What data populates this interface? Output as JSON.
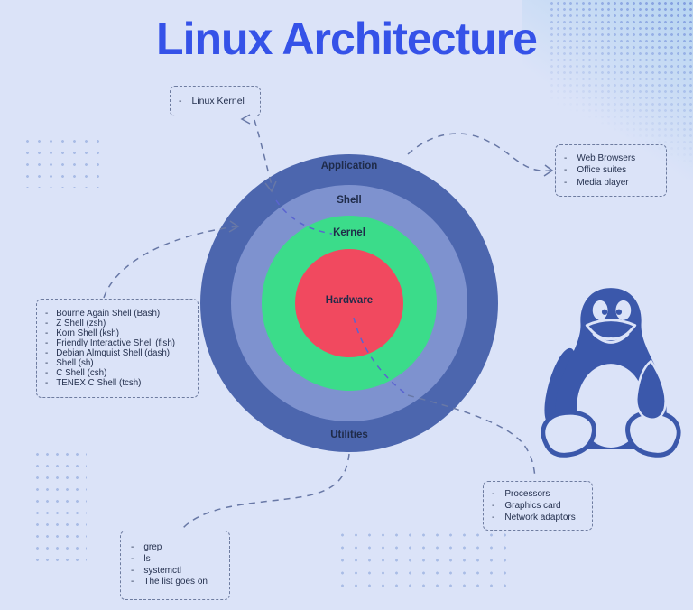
{
  "title": "Linux Architecture",
  "bullet": "-",
  "rings": {
    "application": "Application",
    "shell": "Shell",
    "kernel": "Kernel",
    "hardware": "Hardware",
    "utilities": "Utilities"
  },
  "callouts": {
    "kernel": {
      "items": [
        "Linux Kernel"
      ]
    },
    "applications": {
      "items": [
        "Web Browsers",
        "Office suites",
        "Media player"
      ]
    },
    "shells": {
      "items": [
        "Bourne Again Shell (Bash)",
        "Z Shell (zsh)",
        "Korn Shell (ksh)",
        "Friendly Interactive Shell (fish)",
        "Debian Almquist Shell (dash)",
        "Shell (sh)",
        "C Shell (csh)",
        "TENEX C Shell (tcsh)"
      ]
    },
    "utilities": {
      "items": [
        "grep",
        "ls",
        "systemctl",
        "The list goes on"
      ]
    },
    "hardware": {
      "items": [
        "Processors",
        "Graphics card",
        "Network adaptors"
      ]
    }
  },
  "mascot": {
    "name": "tux-penguin"
  },
  "colors": {
    "background": "#dbe3f8",
    "title": "#3552e8",
    "ring_application": "#4c66ae",
    "ring_shell": "#7e92cf",
    "ring_kernel": "#3bdc8a",
    "ring_hardware": "#f1495f",
    "label_text": "#1f2b49",
    "dashed_lines": "#6e7ca0",
    "connector_inner": "#5a64d0",
    "tux_blue": "#3b58ab",
    "dots": "#a9bce6"
  }
}
